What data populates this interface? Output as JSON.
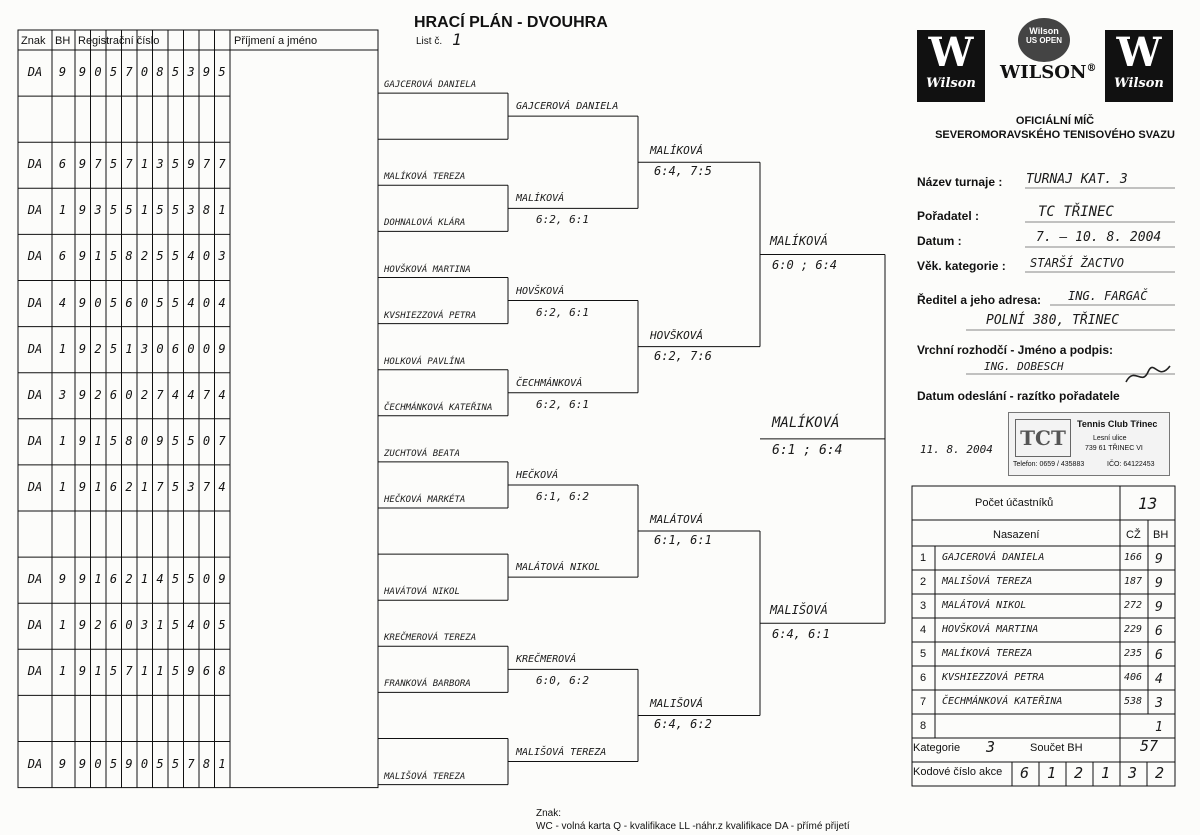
{
  "header": {
    "title": "HRACÍ PLÁN - DVOUHRA",
    "sheet_label": "List č.",
    "sheet_no": "1",
    "columns": {
      "znak": "Znak",
      "bh": "BH",
      "reg": "Registrační číslo",
      "name": "Příjmení a jméno"
    }
  },
  "players": [
    {
      "znak": "DA",
      "bh": "9",
      "reg": [
        "9",
        "0",
        "5",
        "7",
        "0",
        "8",
        "5",
        "3",
        "9",
        "5"
      ],
      "name": "GAJCEROVÁ DANIELA"
    },
    {
      "znak": "",
      "bh": "",
      "reg": [
        "",
        "",
        "",
        "",
        "",
        "",
        "",
        "",
        "",
        ""
      ],
      "name": ""
    },
    {
      "znak": "DA",
      "bh": "6",
      "reg": [
        "9",
        "7",
        "5",
        "7",
        "1",
        "3",
        "5",
        "9",
        "7",
        "7"
      ],
      "name": "MALÍKOVÁ TEREZA"
    },
    {
      "znak": "DA",
      "bh": "1",
      "reg": [
        "9",
        "3",
        "5",
        "5",
        "1",
        "5",
        "5",
        "3",
        "8",
        "1"
      ],
      "name": "DOHNALOVÁ KLÁRA"
    },
    {
      "znak": "DA",
      "bh": "6",
      "reg": [
        "9",
        "1",
        "5",
        "8",
        "2",
        "5",
        "5",
        "4",
        "0",
        "3"
      ],
      "name": "HOVŠKOVÁ MARTINA"
    },
    {
      "znak": "DA",
      "bh": "4",
      "reg": [
        "9",
        "0",
        "5",
        "6",
        "0",
        "5",
        "5",
        "4",
        "0",
        "4"
      ],
      "name": "KVSHIEZZOVÁ PETRA"
    },
    {
      "znak": "DA",
      "bh": "1",
      "reg": [
        "9",
        "2",
        "5",
        "1",
        "3",
        "0",
        "6",
        "0",
        "0",
        "9"
      ],
      "name": "HOLKOVÁ PAVLÍNA"
    },
    {
      "znak": "DA",
      "bh": "3",
      "reg": [
        "9",
        "2",
        "6",
        "0",
        "2",
        "7",
        "4",
        "4",
        "7",
        "4"
      ],
      "name": "ČECHMÁNKOVÁ KATEŘINA"
    },
    {
      "znak": "DA",
      "bh": "1",
      "reg": [
        "9",
        "1",
        "5",
        "8",
        "0",
        "9",
        "5",
        "5",
        "0",
        "7"
      ],
      "name": "ZUCHTOVÁ BEATA"
    },
    {
      "znak": "DA",
      "bh": "1",
      "reg": [
        "9",
        "1",
        "6",
        "2",
        "1",
        "7",
        "5",
        "3",
        "7",
        "4"
      ],
      "name": "HEČKOVÁ MARKÉTA"
    },
    {
      "znak": "",
      "bh": "",
      "reg": [
        "",
        "",
        "",
        "",
        "",
        "",
        "",
        "",
        "",
        ""
      ],
      "name": ""
    },
    {
      "znak": "DA",
      "bh": "9",
      "reg": [
        "9",
        "1",
        "6",
        "2",
        "1",
        "4",
        "5",
        "5",
        "0",
        "9"
      ],
      "name": "HAVÁTOVÁ NIKOL"
    },
    {
      "znak": "DA",
      "bh": "1",
      "reg": [
        "9",
        "2",
        "6",
        "0",
        "3",
        "1",
        "5",
        "4",
        "0",
        "5"
      ],
      "name": "KREČMEROVÁ TEREZA"
    },
    {
      "znak": "DA",
      "bh": "1",
      "reg": [
        "9",
        "1",
        "5",
        "7",
        "1",
        "1",
        "5",
        "9",
        "6",
        "8"
      ],
      "name": "FRANKOVÁ BARBORA"
    },
    {
      "znak": "",
      "bh": "",
      "reg": [
        "",
        "",
        "",
        "",
        "",
        "",
        "",
        "",
        "",
        ""
      ],
      "name": ""
    },
    {
      "znak": "DA",
      "bh": "9",
      "reg": [
        "9",
        "0",
        "5",
        "9",
        "0",
        "5",
        "5",
        "7",
        "8",
        "1"
      ],
      "name": "MALIŠOVÁ TEREZA"
    }
  ],
  "round2": [
    {
      "name": "GAJCEROVÁ DANIELA",
      "score": ""
    },
    {
      "name": "MALÍKOVÁ",
      "score": "6:2, 6:1"
    },
    {
      "name": "HOVŠKOVÁ",
      "score": "6:2, 6:1"
    },
    {
      "name": "ČECHMÁNKOVÁ",
      "score": "6:2, 6:1"
    },
    {
      "name": "HEČKOVÁ",
      "score": "6:1, 6:2"
    },
    {
      "name": "MALÁTOVÁ NIKOL",
      "score": ""
    },
    {
      "name": "KREČMEROVÁ",
      "score": "6:0, 6:2"
    },
    {
      "name": "MALIŠOVÁ TEREZA",
      "score": ""
    }
  ],
  "round3": [
    {
      "name": "MALÍKOVÁ",
      "score": "6:4, 7:5"
    },
    {
      "name": "HOVŠKOVÁ",
      "score": "6:2, 7:6"
    },
    {
      "name": "MALÁTOVÁ",
      "score": "6:1, 6:1"
    },
    {
      "name": "MALIŠOVÁ",
      "score": "6:4, 6:2"
    }
  ],
  "round4": [
    {
      "name": "MALÍKOVÁ",
      "score": "6:0 ; 6:4"
    },
    {
      "name": "MALIŠOVÁ",
      "score": "6:4, 6:1"
    }
  ],
  "final": {
    "name": "MALÍKOVÁ",
    "score": "6:1 ; 6:4"
  },
  "sponsor": {
    "logo_letter": "W",
    "logo_word": "Wilson",
    "brand": "WILSON",
    "reg_mark": "®",
    "badge_line1": "Wilson",
    "badge_line2": "US OPEN",
    "official_line1": "OFICIÁLNÍ MÍČ",
    "official_line2": "SEVEROMORAVSKÉHO TENISOVÉHO SVAZU"
  },
  "info": {
    "tournament_label": "Název turnaje :",
    "tournament_value": "TURNAJ KAT. 3",
    "organizer_label": "Pořadatel :",
    "organizer_value": "TC TŘINEC",
    "date_label": "Datum :",
    "date_value": "7. – 10. 8. 2004",
    "category_label": "Věk. kategorie :",
    "category_value": "STARŠÍ ŽACTVO",
    "director_label": "Ředitel a jeho adresa:",
    "director_value1": "ING. FARGAČ",
    "director_value2": "POLNÍ 380, TŘINEC",
    "referee_label": "Vrchní rozhodčí - Jméno a podpis:",
    "referee_value": "ING. DOBESCH",
    "sent_label": "Datum odeslání - razítko pořadatele",
    "sent_value": "11. 8. 2004"
  },
  "stamp": {
    "logo": "TCT",
    "club": "Tennis Club Třinec",
    "street": "Lesní ulice",
    "city": "739 61 TŘINEC VI",
    "phone": "Telefon: 0659 / 435883",
    "ico": "IČO: 64122453"
  },
  "summary": {
    "participants_label": "Počet účastníků",
    "participants_value": "13",
    "seeding_label": "Nasazení",
    "cz_label": "CŽ",
    "bh_label": "BH",
    "seeds": [
      {
        "no": "1",
        "name": "GAJCEROVÁ DANIELA",
        "cz": "166",
        "bh": "9"
      },
      {
        "no": "2",
        "name": "MALIŠOVÁ TEREZA",
        "cz": "187",
        "bh": "9"
      },
      {
        "no": "3",
        "name": "MALÁTOVÁ NIKOL",
        "cz": "272",
        "bh": "9"
      },
      {
        "no": "4",
        "name": "HOVŠKOVÁ MARTINA",
        "cz": "229",
        "bh": "6"
      },
      {
        "no": "5",
        "name": "MALÍKOVÁ TEREZA",
        "cz": "235",
        "bh": "6"
      },
      {
        "no": "6",
        "name": "KVSHIEZZOVÁ PETRA",
        "cz": "406",
        "bh": "4"
      },
      {
        "no": "7",
        "name": "ČECHMÁNKOVÁ KATEŘINA",
        "cz": "538",
        "bh": "3"
      },
      {
        "no": "8",
        "name": "",
        "cz": "",
        "bh": "1"
      }
    ],
    "category_label": "Kategorie",
    "category_value": "3",
    "sum_label": "Součet BH",
    "sum_value": "57",
    "code_label": "Kodové číslo akce",
    "code_digits": [
      "6",
      "1",
      "2",
      "1",
      "3",
      "2"
    ]
  },
  "footer": {
    "legend_title": "Znak:",
    "legend_text": "WC - volná karta Q - kvalifikace LL -náhr.z kvalifikace DA - přímé přijetí"
  }
}
